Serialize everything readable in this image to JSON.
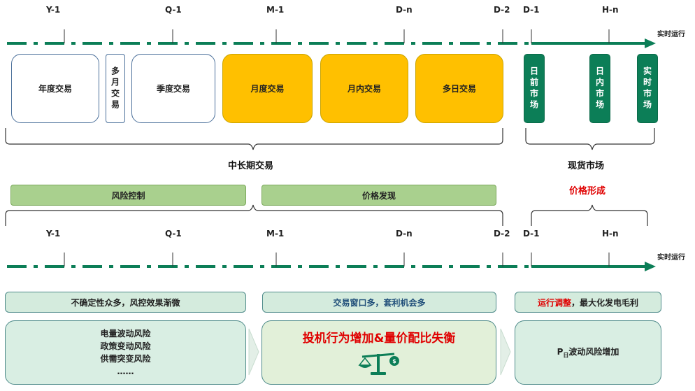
{
  "timeline_top": {
    "ticks": [
      "Y-1",
      "Q-1",
      "M-1",
      "D-n",
      "D-2",
      "D-1",
      "H-n"
    ],
    "end_label": "实时运行"
  },
  "timeline_bottom": {
    "ticks": [
      "Y-1",
      "Q-1",
      "M-1",
      "D-n",
      "D-2",
      "D-1",
      "H-n"
    ],
    "end_label": "实时运行"
  },
  "trade_boxes": [
    {
      "label": "年度交易",
      "style": "white"
    },
    {
      "label": "多月交易",
      "style": "white-narrow"
    },
    {
      "label": "季度交易",
      "style": "white"
    },
    {
      "label": "月度交易",
      "style": "yellow"
    },
    {
      "label": "月内交易",
      "style": "yellow"
    },
    {
      "label": "多日交易",
      "style": "yellow"
    }
  ],
  "spot_boxes": [
    {
      "label": "日前市场"
    },
    {
      "label": "日内市场"
    },
    {
      "label": "实时市场"
    }
  ],
  "group_labels": {
    "mid_long": "中长期交易",
    "spot": "现货市场"
  },
  "function_bars": {
    "risk_control": "风险控制",
    "price_discovery": "价格发现",
    "price_formation": "价格形成"
  },
  "issue_bars": {
    "left": "不确定性众多，风控效果渐微",
    "middle": "交易窗口多，套利机会多",
    "right_highlight": "运行调整",
    "right_rest": "，最大化发电毛利"
  },
  "detail_boxes": {
    "left_items": [
      "电量波动风险",
      "政策变动风险",
      "供需突变风险",
      "……"
    ],
    "middle_title": "投机行为增加&量价配比失衡",
    "right_prefix": "P",
    "right_subscript": "日",
    "right_rest": "波动风险增加"
  },
  "colors": {
    "timeline": "#0c7e57",
    "yellow": "#ffc000",
    "spot_green": "#0c7e57",
    "bar_green": "#a9d08e",
    "highlight_red": "#e00000",
    "teal_text": "#1f4e79"
  }
}
